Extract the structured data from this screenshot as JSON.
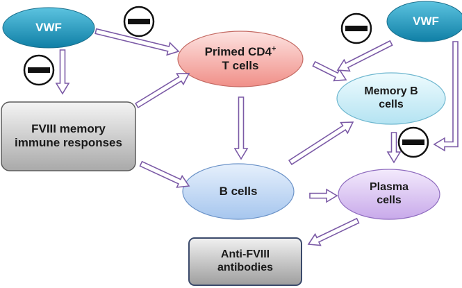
{
  "nodes": {
    "vwf_left": "VWF",
    "vwf_right": "VWF",
    "primed_cd4_line1": "Primed CD4",
    "primed_cd4_sup": "+",
    "primed_cd4_line2": "T cells",
    "memory_b_line1": "Memory B",
    "memory_b_line2": "cells",
    "fviii_memory_line1": "FVIII memory",
    "fviii_memory_line2": "immune responses",
    "b_cells": "B cells",
    "plasma_line1": "Plasma",
    "plasma_line2": "cells",
    "anti_fviii_line1": "Anti-FVIII",
    "anti_fviii_line2": "antibodies"
  },
  "inhibition_symbol": "minus-circle-icon",
  "colors": {
    "vwf": "#1a9bc0",
    "primed_cd4": "#f3a6a0",
    "memory_b": "#c5ecf6",
    "b_cells": "#b9d4f3",
    "plasma": "#d7bff0",
    "fviii_box": "#c8c8c8",
    "antibodies_box": "#bdbdbd",
    "arrow_fill": "#ffffff",
    "arrow_stroke": "#7b5aa6"
  }
}
